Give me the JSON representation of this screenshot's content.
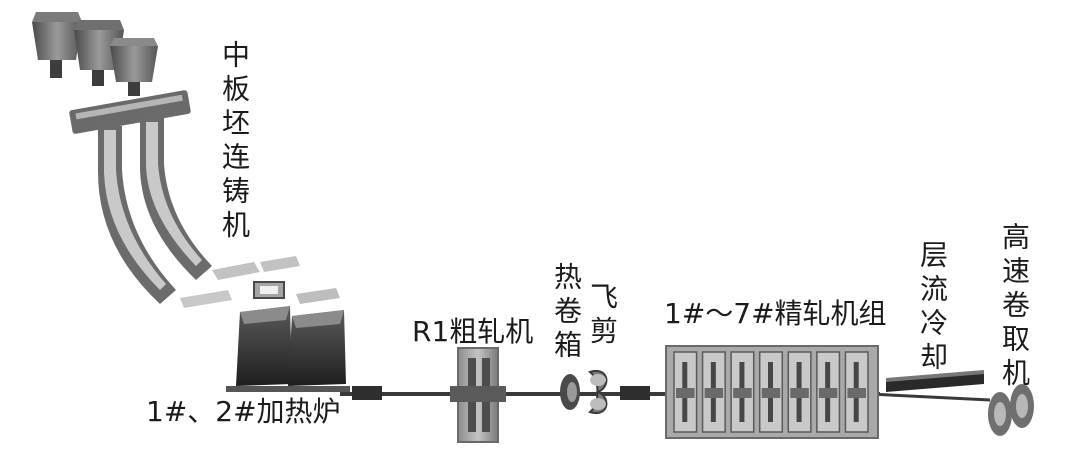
{
  "labels": {
    "caster": "中板坯连铸机",
    "furnace": "1#、2#加热炉",
    "roughing_mill": "R1粗轧机",
    "coil_box": "热卷箱",
    "flying_shear": "飞剪",
    "finishing_mills": "1#～7#精轧机组",
    "laminar_cooling": "层流冷却",
    "coiler": "高速卷取机"
  }
}
